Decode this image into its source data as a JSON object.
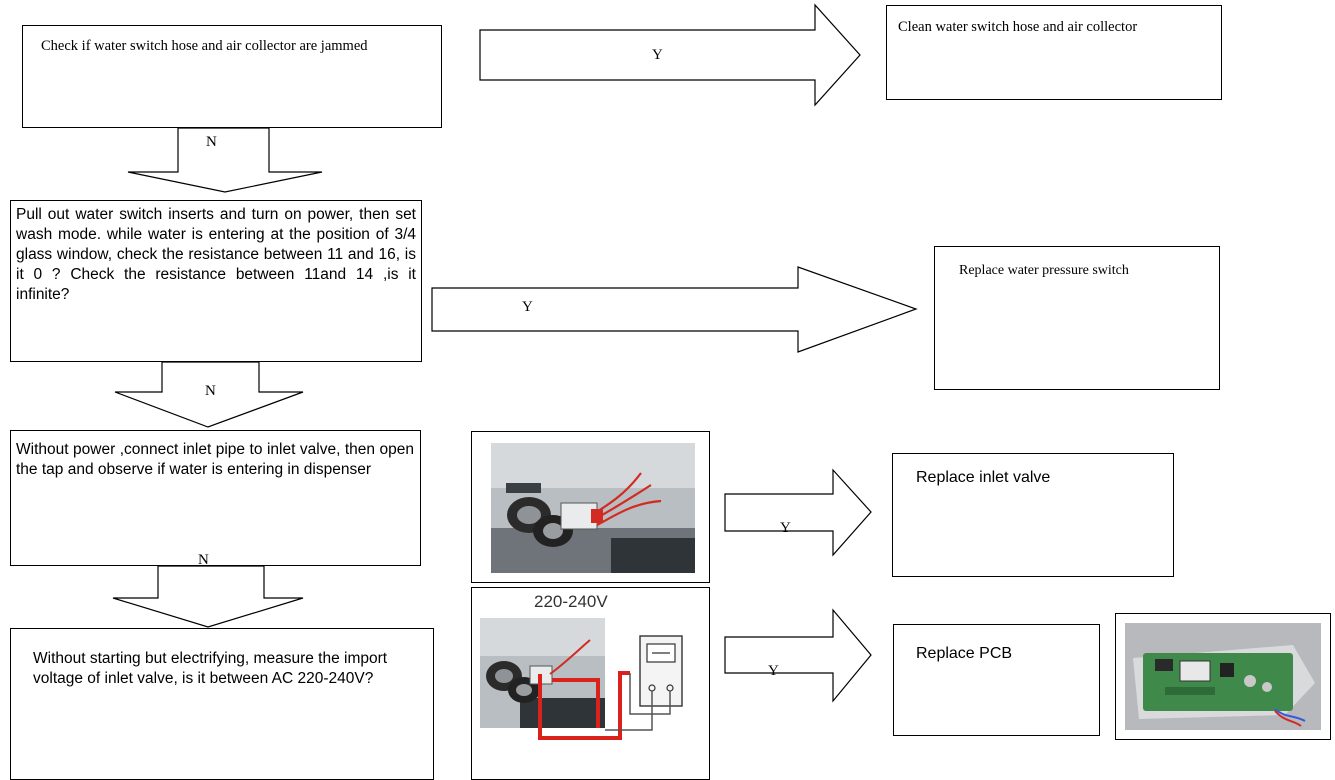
{
  "steps": [
    {
      "text": "Check if water switch hose and air collector are jammed"
    },
    {
      "text": "Pull out water switch inserts and turn on power, then set wash mode. while water is entering at the position of 3/4 glass window, check the resistance between 11 and 16, is it 0 ? Check the resistance between 11and 14 ,is it infinite?"
    },
    {
      "text": "Without power ,connect inlet pipe to inlet valve, then open the tap and observe if water is entering in dispenser"
    },
    {
      "text": "Without starting but electrifying, measure the import voltage of inlet valve, is it between AC 220-240V?"
    }
  ],
  "results": [
    {
      "text": "Clean water switch hose and air collector"
    },
    {
      "text": "Replace water pressure switch"
    },
    {
      "text": "Replace inlet valve"
    },
    {
      "text": "Replace PCB"
    }
  ],
  "labels": {
    "yes": "Y",
    "no": "N"
  },
  "images": {
    "voltage_label": "220-240V"
  }
}
